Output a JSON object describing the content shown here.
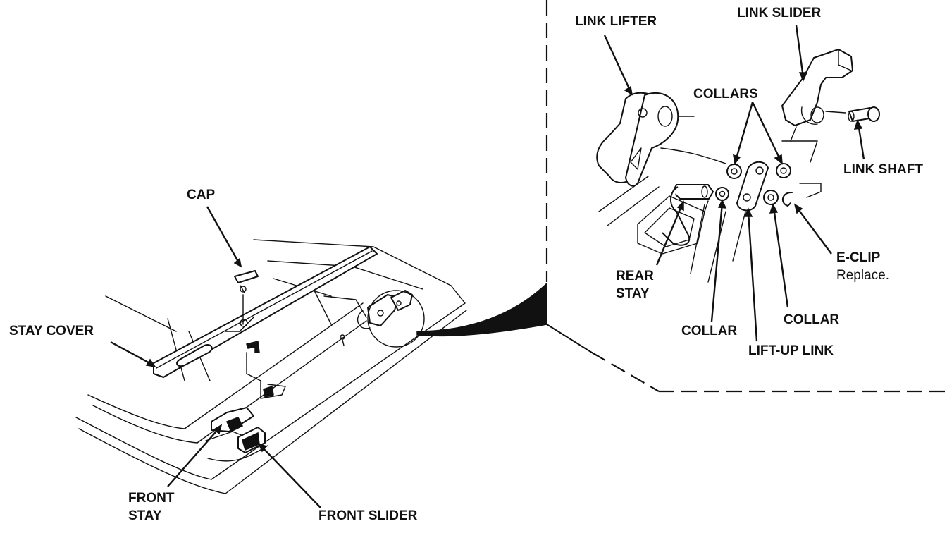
{
  "labels": {
    "cap": "CAP",
    "stay_cover": "STAY COVER",
    "front_stay_1": "FRONT",
    "front_stay_2": "STAY",
    "front_slider": "FRONT SLIDER",
    "link_lifter": "LINK LIFTER",
    "link_slider": "LINK SLIDER",
    "collars": "COLLARS",
    "link_shaft": "LINK SHAFT",
    "rear_stay_1": "REAR",
    "rear_stay_2": "STAY",
    "e_clip": "E-CLIP",
    "e_clip_note": "Replace.",
    "collar_left": "COLLAR",
    "collar_right": "COLLAR",
    "lift_up_link": "LIFT-UP LINK"
  }
}
